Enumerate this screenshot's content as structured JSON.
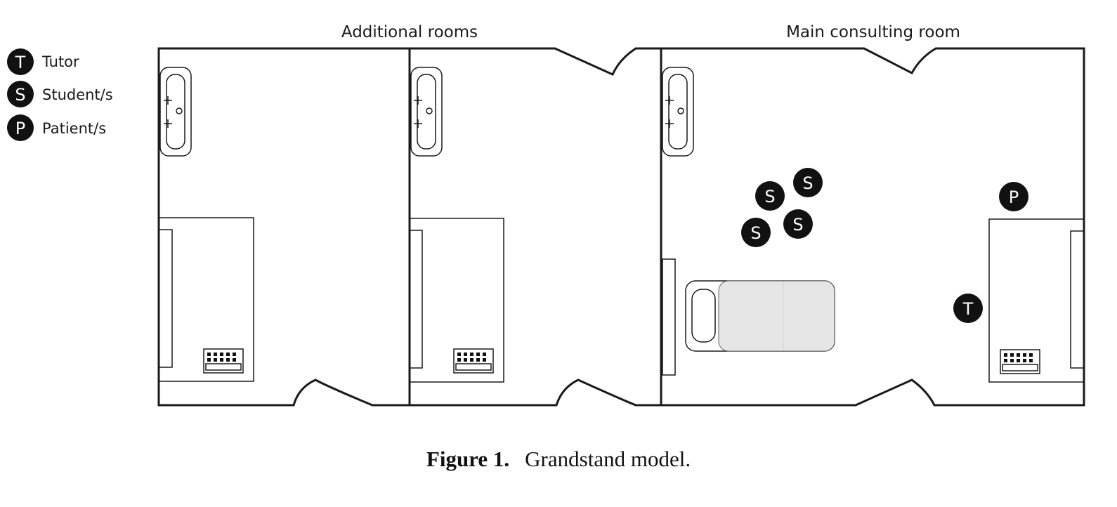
{
  "diagram": {
    "headers": {
      "additional": "Additional rooms",
      "main": "Main consulting room"
    },
    "legend": [
      {
        "symbol": "T",
        "label": "Tutor"
      },
      {
        "symbol": "S",
        "label": "Student/s"
      },
      {
        "symbol": "P",
        "label": "Patient/s"
      }
    ],
    "markers": {
      "students": [
        "S",
        "S",
        "S",
        "S"
      ],
      "patient": "P",
      "tutor": "T"
    },
    "colors": {
      "ink": "#111111",
      "bed_fill": "#e6e6e6"
    }
  },
  "caption": {
    "number": "Figure 1.",
    "text": "Grandstand model."
  }
}
